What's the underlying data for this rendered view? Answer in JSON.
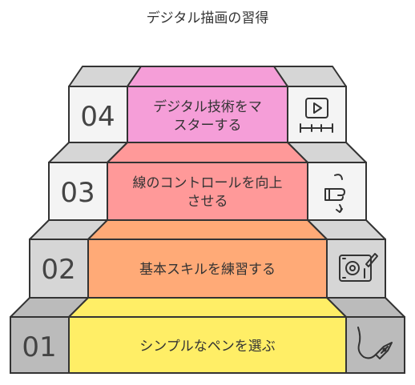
{
  "title": "デジタル描画の習得",
  "steps": [
    {
      "number": "01",
      "lines": [
        "シンプルなペンを選ぶ"
      ],
      "icon": "pen-nib-icon",
      "color": "#FFEE66"
    },
    {
      "number": "02",
      "lines": [
        "基本スキルを練習する"
      ],
      "icon": "drawing-tablet-icon",
      "color": "#FFAA77"
    },
    {
      "number": "03",
      "lines": [
        "線のコントロールを向上",
        "させる"
      ],
      "icon": "pointing-hand-icon",
      "color": "#FF9999"
    },
    {
      "number": "04",
      "lines": [
        "デジタル技術をマ",
        "スターする"
      ],
      "icon": "video-timeline-icon",
      "color": "#F59ED8"
    }
  ]
}
